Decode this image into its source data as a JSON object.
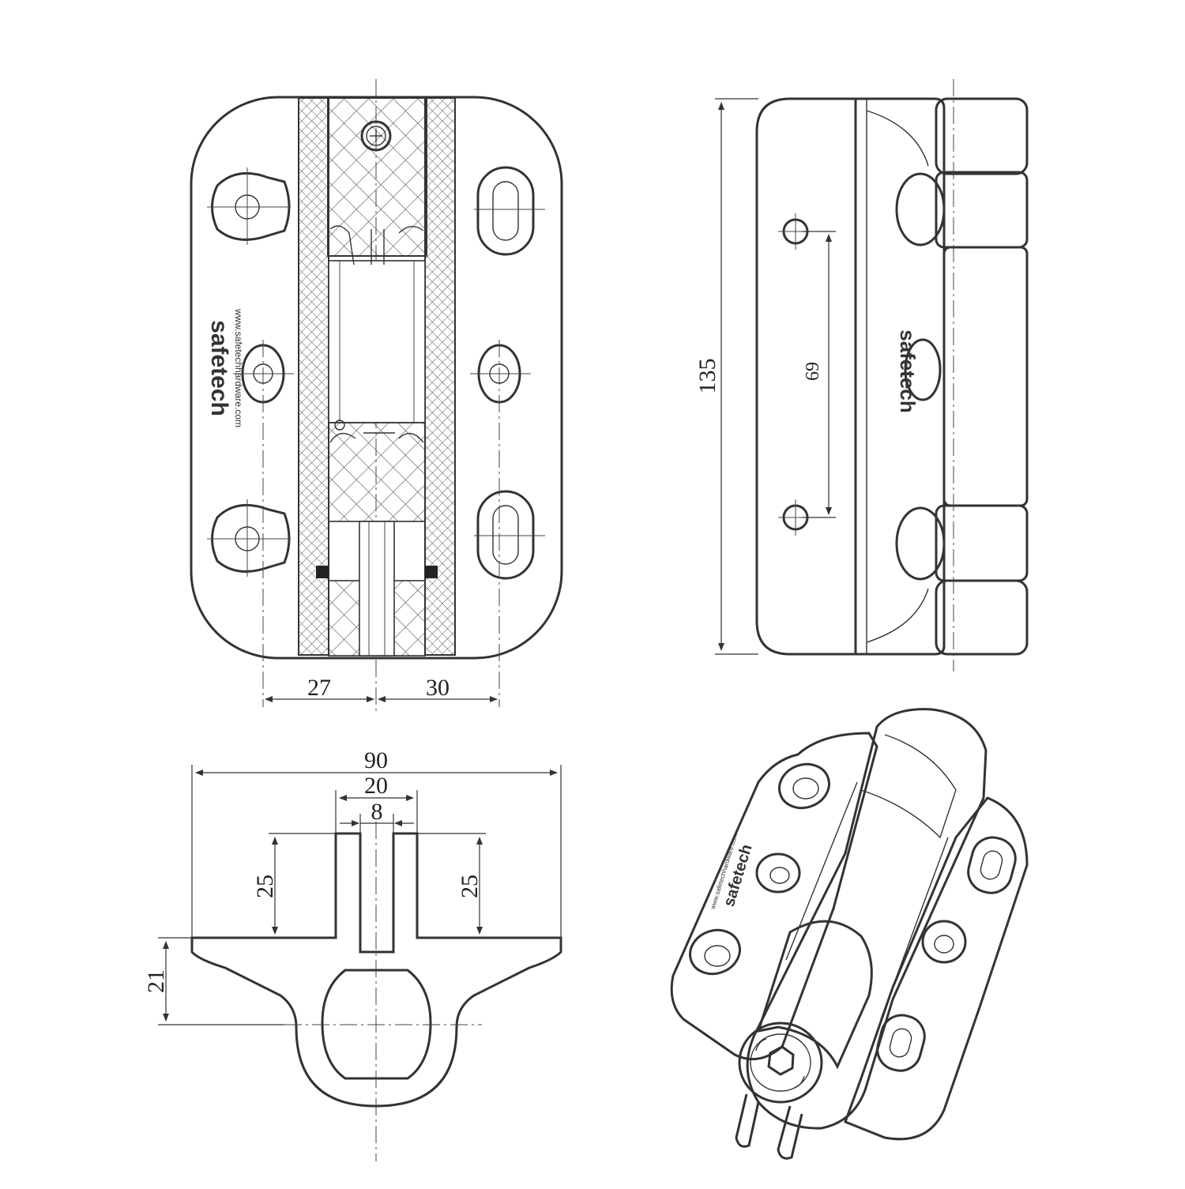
{
  "drawing": {
    "front_view": {
      "dim_left": "27",
      "dim_right": "30",
      "brand_text": "safetech",
      "url_text": "www.safetechhardware.com"
    },
    "side_view": {
      "dim_height": "135",
      "dim_hole_spacing": "69",
      "brand_text": "safetech"
    },
    "end_view": {
      "dim_overall_width": "90",
      "dim_leaf_width": "20",
      "dim_slot_width": "8",
      "dim_leaf_height_left": "25",
      "dim_leaf_height_right": "25",
      "dim_body_height": "21"
    },
    "iso_view": {
      "brand_text": "safetech",
      "url_text": "www.safetechhardware.com"
    }
  }
}
